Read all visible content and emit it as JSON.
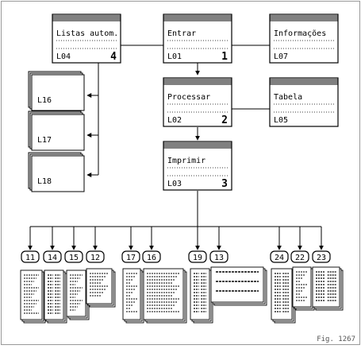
{
  "modules": [
    {
      "id": "listas",
      "name": "Listas autom.",
      "code": "L04",
      "num": "4"
    },
    {
      "id": "entrar",
      "name": "Entrar",
      "code": "L01",
      "num": "1"
    },
    {
      "id": "informacoes",
      "name": "Informações",
      "code": "L07",
      "num": ""
    },
    {
      "id": "processar",
      "name": "Processar",
      "code": "L02",
      "num": "2"
    },
    {
      "id": "tabela",
      "name": "Tabela",
      "code": "L05",
      "num": ""
    },
    {
      "id": "imprimir",
      "name": "Imprimir",
      "code": "L03",
      "num": "3"
    }
  ],
  "stacks": [
    "L16",
    "L17",
    "L18"
  ],
  "reports": [
    "11",
    "14",
    "15",
    "12",
    "17",
    "16",
    "19",
    "13",
    "24",
    "22",
    "23"
  ],
  "caption": "Fig. 1267"
}
